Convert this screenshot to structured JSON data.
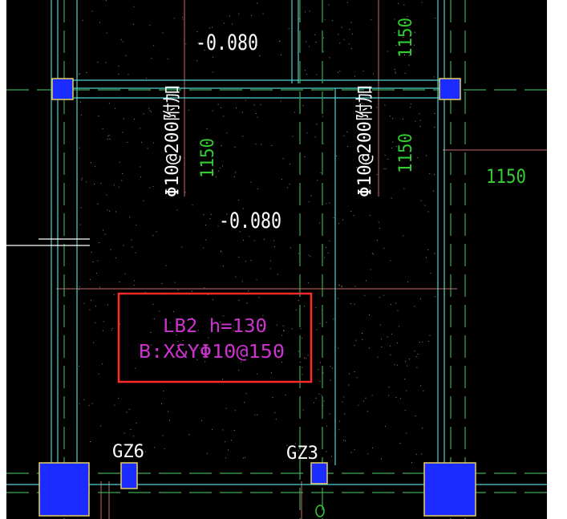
{
  "drawing": {
    "background": "#000000",
    "colors": {
      "axis": "#4fd3d3",
      "dashed": "#3fa84f",
      "dimension_text": "#33cc33",
      "text": "#ffffff",
      "slab_text": "#cc33cc",
      "column_fill": "#1a2cff",
      "column_border": "#e8d060",
      "highlight": "#ff2a2a",
      "thin_line": "#c86a6a",
      "speckle": "#8a8a8a"
    },
    "slabs": [
      {
        "elevation": "-0.080"
      },
      {
        "elevation": "-0.080"
      }
    ],
    "rebar_notes": [
      {
        "text": "Φ10@200附加"
      },
      {
        "text": "Φ10@200附加"
      }
    ],
    "dimensions": [
      {
        "text": "1150"
      },
      {
        "text": "1150"
      },
      {
        "text": "1150"
      },
      {
        "text": "1150"
      }
    ],
    "slab_label": {
      "line1": "LB2  h=130",
      "line2": "B:X&YΦ10@150"
    },
    "columns": [
      {
        "label": "GZ6"
      },
      {
        "label": "GZ3"
      }
    ]
  }
}
